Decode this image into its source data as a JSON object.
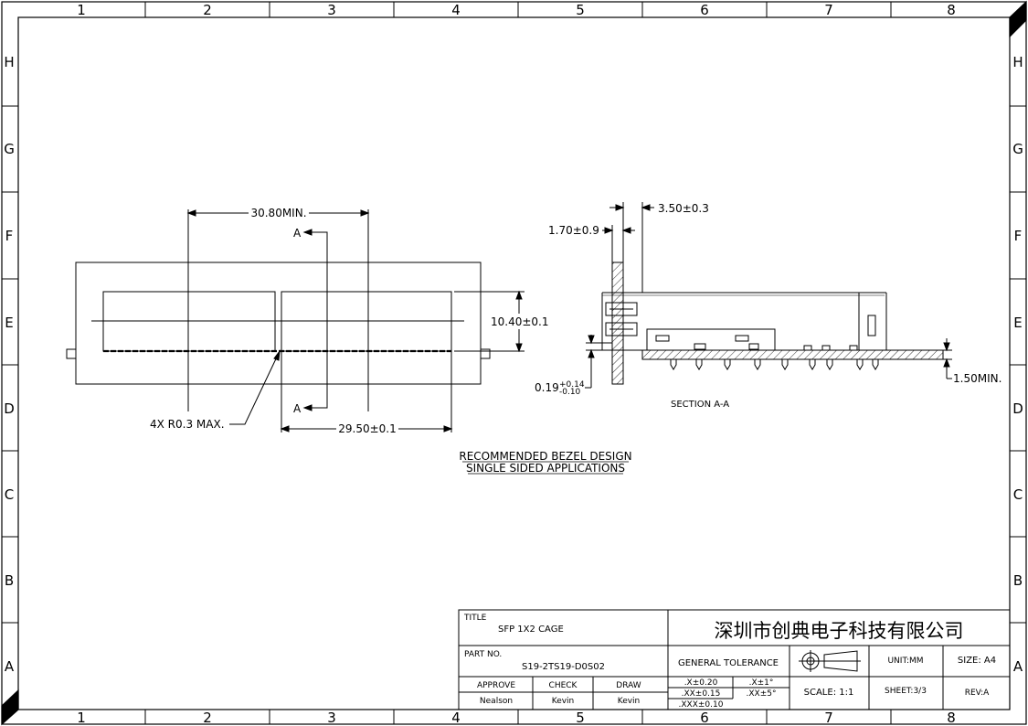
{
  "zones": {
    "cols": [
      "1",
      "2",
      "3",
      "4",
      "5",
      "6",
      "7",
      "8"
    ],
    "rows": [
      "H",
      "G",
      "F",
      "E",
      "D",
      "C",
      "B",
      "A"
    ]
  },
  "front_view": {
    "dim_top": "30.80MIN.",
    "dim_bottom": "29.50±0.1",
    "dim_height": "10.40±0.1",
    "radius_note": "4X R0.3 MAX.",
    "section_mark": "A"
  },
  "section_view": {
    "dim_a": "3.50±0.3",
    "dim_b": "1.70±0.9",
    "dim_c": "0.19",
    "dim_c_plus": "+0.14",
    "dim_c_minus": "-0.10",
    "dim_d": "1.50MIN.",
    "label": "SECTION A-A"
  },
  "note": {
    "line1": "RECOMMENDED BEZEL DESIGN",
    "line2": "SINGLE SIDED APPLICATIONS"
  },
  "title_block": {
    "title_label": "TITLE",
    "title": "SFP 1X2 CAGE",
    "company": "深圳市创典电子科技有限公司",
    "part_label": "PART NO.",
    "part_no": "S19-2TS19-D0S02",
    "general_tolerance": "GENERAL TOLERANCE",
    "unit": "UNIT:MM",
    "size": "SIZE: A4",
    "approve_label": "APPROVE",
    "check_label": "CHECK",
    "draw_label": "DRAW",
    "approve": "Nealson",
    "check": "Kevin",
    "draw": "Kevin",
    "tol_x": ".X±0.20",
    "tol_xx": ".XX±0.15",
    "tol_xxx": ".XXX±0.10",
    "tol_ang1": ".X±1°",
    "tol_ang2": ".XX±5°",
    "scale": "SCALE: 1:1",
    "sheet": "SHEET:3/3",
    "rev": "REV:A"
  }
}
